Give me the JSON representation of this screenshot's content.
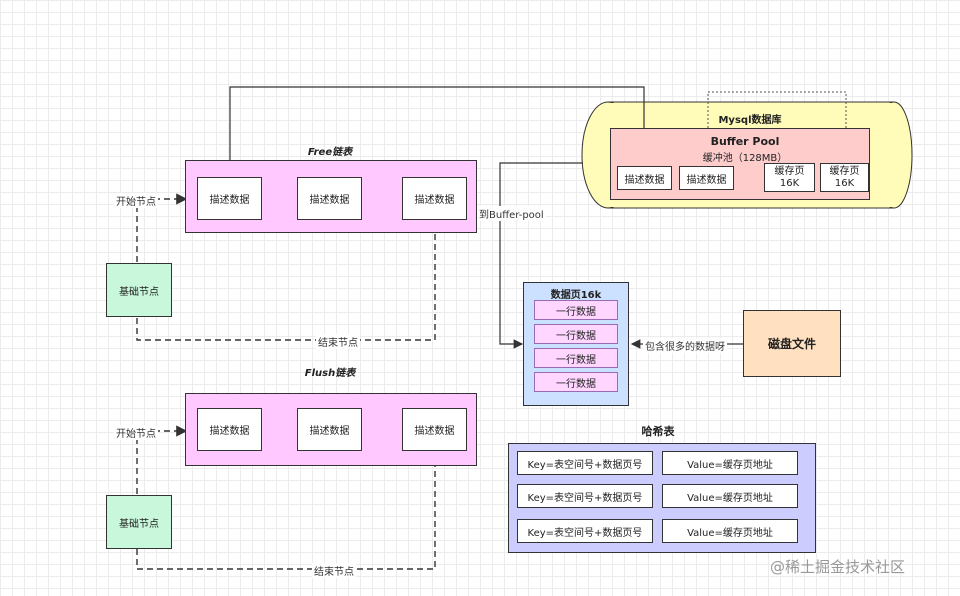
{
  "free_list": {
    "title": "Free链表",
    "nodes": [
      "描述数据",
      "描述数据",
      "描述数据"
    ],
    "base_node": "基础节点",
    "start_label": "开始节点",
    "end_label": "结束节点"
  },
  "flush_list": {
    "title": "Flush链表",
    "nodes": [
      "描述数据",
      "描述数据",
      "描述数据"
    ],
    "base_node": "基础节点",
    "start_label": "开始节点",
    "end_label": "结束节点"
  },
  "database": {
    "title": "Mysql数据库",
    "pool_title": "Buffer Pool",
    "pool_subtitle": "缓冲池（128MB）",
    "desc_cells": [
      "描述数据",
      "描述数据"
    ],
    "cache_pages": [
      {
        "line1": "缓存页",
        "line2": "16K"
      },
      {
        "line1": "缓存页",
        "line2": "16K"
      }
    ]
  },
  "to_buffer_pool_label": "到Buffer-pool",
  "data_page": {
    "title": "数据页16k",
    "rows": [
      "一行数据",
      "一行数据",
      "一行数据",
      "一行数据"
    ]
  },
  "disk": {
    "label": "磁盘文件",
    "arrow_label": "包含很多的数据呀"
  },
  "hash_table": {
    "title": "哈希表",
    "rows": [
      {
        "key": "Key=表空间号+数据页号",
        "value": "Value=缓存页地址"
      },
      {
        "key": "Key=表空间号+数据页号",
        "value": "Value=缓存页地址"
      },
      {
        "key": "Key=表空间号+数据页号",
        "value": "Value=缓存页地址"
      }
    ]
  },
  "watermark": "@稀土掘金技术社区"
}
